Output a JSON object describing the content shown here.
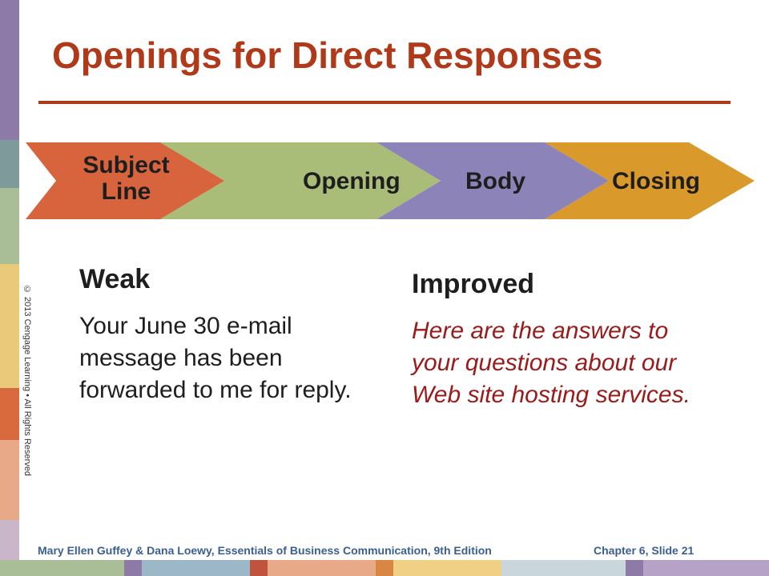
{
  "slide": {
    "title": "Openings for Direct Responses"
  },
  "process": {
    "steps": [
      {
        "label": "Subject Line",
        "color": "#d8643e"
      },
      {
        "label": "Opening",
        "color": "#a9bd78"
      },
      {
        "label": "Body",
        "color": "#8c84b8"
      },
      {
        "label": "Closing",
        "color": "#d99a2b"
      }
    ]
  },
  "weak": {
    "heading": "Weak",
    "text": "Your June 30 e-mail message has been forwarded to me for reply."
  },
  "improved": {
    "heading": "Improved",
    "text": "Here are the answers to your questions about our Web site hosting services."
  },
  "copyright": "© 2013 Cengage Learning  •  All Rights Reserved",
  "footer": {
    "left": "Mary Ellen Guffey & Dana Loewy, Essentials of Business Communication, 9th Edition",
    "right": "Chapter 6, Slide 21"
  },
  "colors": {
    "title": "#b0391a",
    "improved_text": "#9b1a1a",
    "footer": "#3a5f90"
  }
}
